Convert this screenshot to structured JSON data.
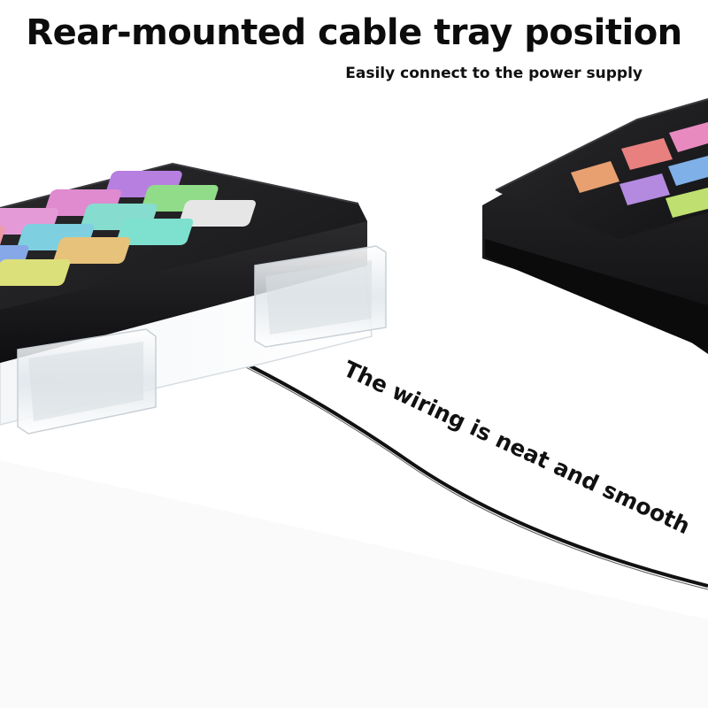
{
  "header": {
    "title": "Rear-mounted cable tray position",
    "subtitle": "Easily connect to the power supply"
  },
  "callout": {
    "wiring_text": "The wiring is neat and smooth"
  },
  "colors": {
    "device_body": "#1c1c1e",
    "cable": "#111111",
    "tray_acrylic": "#e9eef2",
    "key_purple": "#b07ad8",
    "key_pink": "#e08ac8",
    "key_green": "#8edc8a",
    "key_cyan": "#7fd8d0",
    "key_blue": "#7fa8e8",
    "key_gold": "#e0c070",
    "key_lime": "#bfe070",
    "key_silver": "#e4e4e4",
    "key_red": "#e88080",
    "key_orange": "#e8a070"
  }
}
